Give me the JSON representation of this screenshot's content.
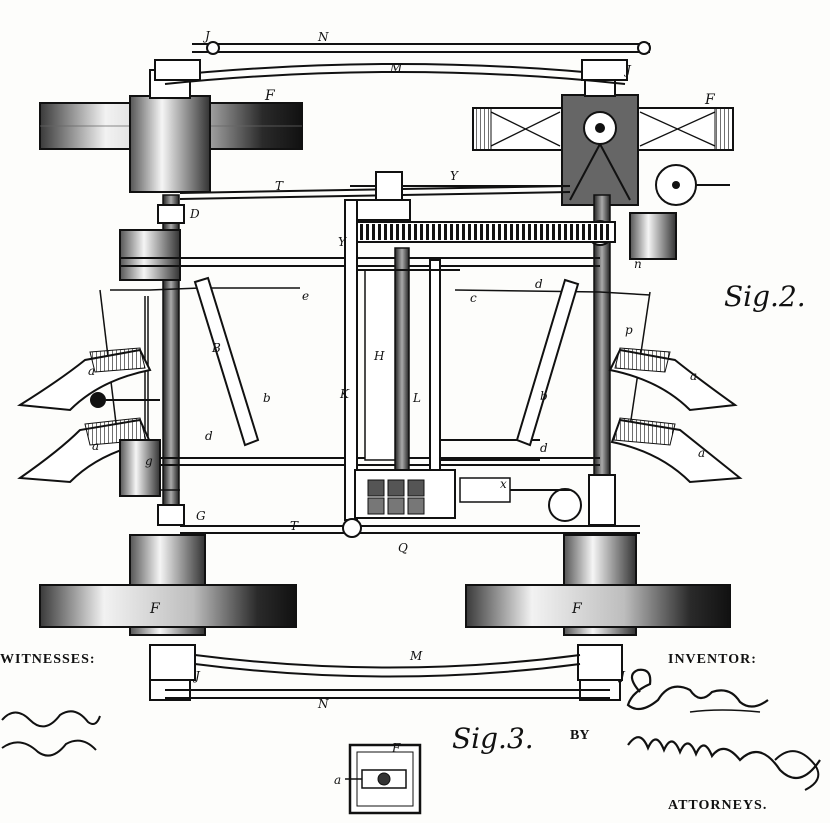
{
  "captions": {
    "fig2": "Sig.2.",
    "fig3": "Sig.3.",
    "witnesses": "WITNESSES:",
    "inventor": "INVENTOR:",
    "by": "BY",
    "attorneys": "ATTORNEYS."
  },
  "signatures": {
    "inventor": "E. P. Combs",
    "attorneys": "Munn & Co"
  },
  "part_labels": {
    "J": "J",
    "N": "N",
    "M": "M",
    "F": "F",
    "T": "T",
    "Y": "Y",
    "D": "D",
    "B": "B",
    "H": "H",
    "K": "K",
    "L": "L",
    "a": "a",
    "b": "b",
    "c": "c",
    "d": "d",
    "e": "e",
    "g": "g",
    "p": "p",
    "x": "x",
    "Q": "Q",
    "G": "G",
    "n": "n"
  }
}
